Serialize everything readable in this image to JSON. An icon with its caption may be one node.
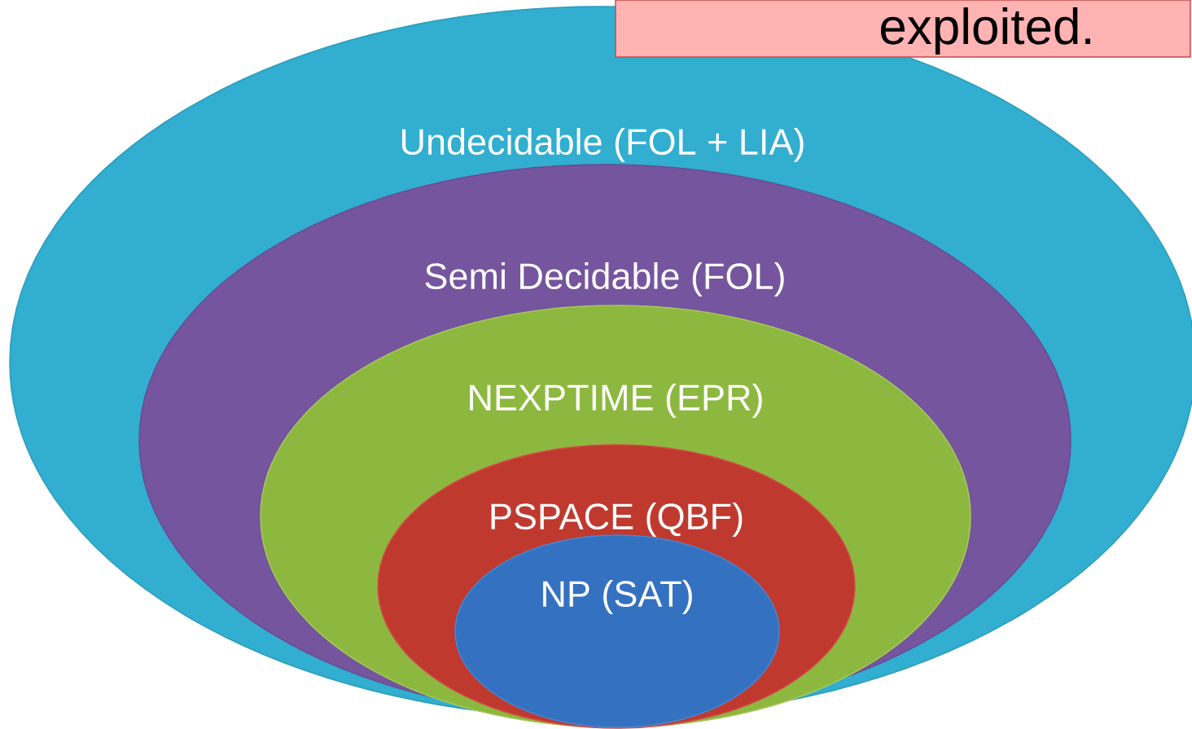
{
  "diagram": {
    "nodes": [
      {
        "text": [
          "Undecidable (FOL + LIA)"
        ]
      },
      {
        "text": [
          "Semi Decidable (FOL)"
        ],
        "in": 0
      },
      {
        "text": [
          "NEXPTIME (EPR)"
        ],
        "in": 1
      },
      {
        "text": [
          "PSPACE (QBF)"
        ],
        "in": 2
      },
      {
        "text": [
          "NP (SAT)"
        ],
        "in": 3
      },
      {
        "text": [
          "exploited."
        ]
      }
    ]
  }
}
